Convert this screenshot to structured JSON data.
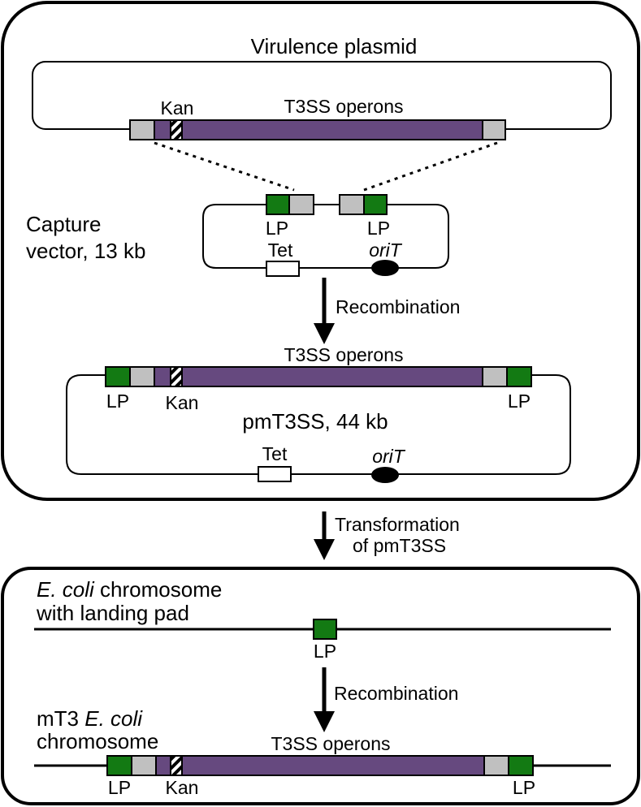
{
  "colors": {
    "purple": "#66497f",
    "green": "#137a13",
    "gray": "#c0c0c0",
    "black": "#000000",
    "white": "#ffffff"
  },
  "top_panel": {
    "title": "Virulence plasmid",
    "plasmid": {
      "kan": "Kan",
      "operons": "T3SS operons"
    },
    "capture_vector": {
      "label_line1": "Capture",
      "label_line2": "vector, 13 kb",
      "lp_left": "LP",
      "lp_right": "LP",
      "tet": "Tet",
      "orit": "oriT"
    },
    "step1": "Recombination",
    "pm": {
      "operons": "T3SS operons",
      "lp_left": "LP",
      "kan": "Kan",
      "lp_right": "LP",
      "name": "pmT3SS, 44 kb",
      "tet": "Tet",
      "orit": "oriT"
    }
  },
  "transformation": {
    "line1": "Transformation",
    "line2": "of pmT3SS"
  },
  "bottom_panel": {
    "chromosome_italic": "E. coli",
    "chromosome_rest": " chromosome",
    "chromosome_line2": "with landing pad",
    "lp": "LP",
    "step2": "Recombination",
    "mt3_prefix": "mT3 ",
    "mt3_italic": "E. coli",
    "mt3_line2": "chromosome",
    "operons": "T3SS operons",
    "lp_left": "LP",
    "kan": "Kan",
    "lp_right": "LP"
  }
}
